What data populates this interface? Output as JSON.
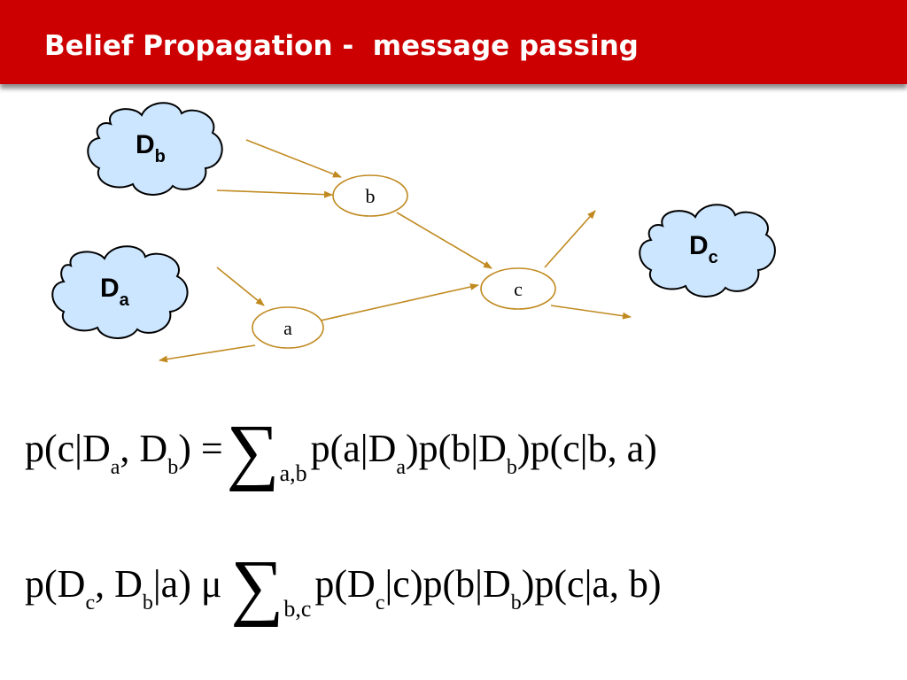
{
  "slide": {
    "title": "Belief Propagation -  message passing",
    "colors": {
      "title_bar": "#cc0000",
      "title_text": "#ffffff",
      "cloud_fill": "#cce6ff",
      "arrow": "#c08a20",
      "node_stroke": "#c08a20"
    }
  },
  "diagram": {
    "clouds": [
      {
        "id": "db",
        "main": "D",
        "sub": "b"
      },
      {
        "id": "da",
        "main": "D",
        "sub": "a"
      },
      {
        "id": "dc",
        "main": "D",
        "sub": "c"
      }
    ],
    "nodes": [
      {
        "id": "b",
        "label": "b"
      },
      {
        "id": "c",
        "label": "c"
      },
      {
        "id": "a",
        "label": "a"
      }
    ]
  },
  "equations": {
    "eq1": {
      "lhs": "p(c|D",
      "lhs_sub1": "a",
      "lhs_mid": ", D",
      "lhs_sub2": "b",
      "lhs_end": ") =",
      "sigma": "∑",
      "sigma_sub": "a,b",
      "t1": "p(a|D",
      "t1_sub": "a",
      "t2": ")p(b|D",
      "t2_sub": "b",
      "t3": ")p(c|b, a)"
    },
    "eq2": {
      "lhs": "p(D",
      "lhs_sub1": "c",
      "lhs_mid": ", D",
      "lhs_sub2": "b",
      "lhs_end": "|a) μ",
      "sigma": "∑",
      "sigma_sub": "b,c",
      "t1": "p(D",
      "t1_sub": "c",
      "t2": "|c)p(b|D",
      "t2_sub": "b",
      "t3": ")p(c|a, b)"
    }
  }
}
